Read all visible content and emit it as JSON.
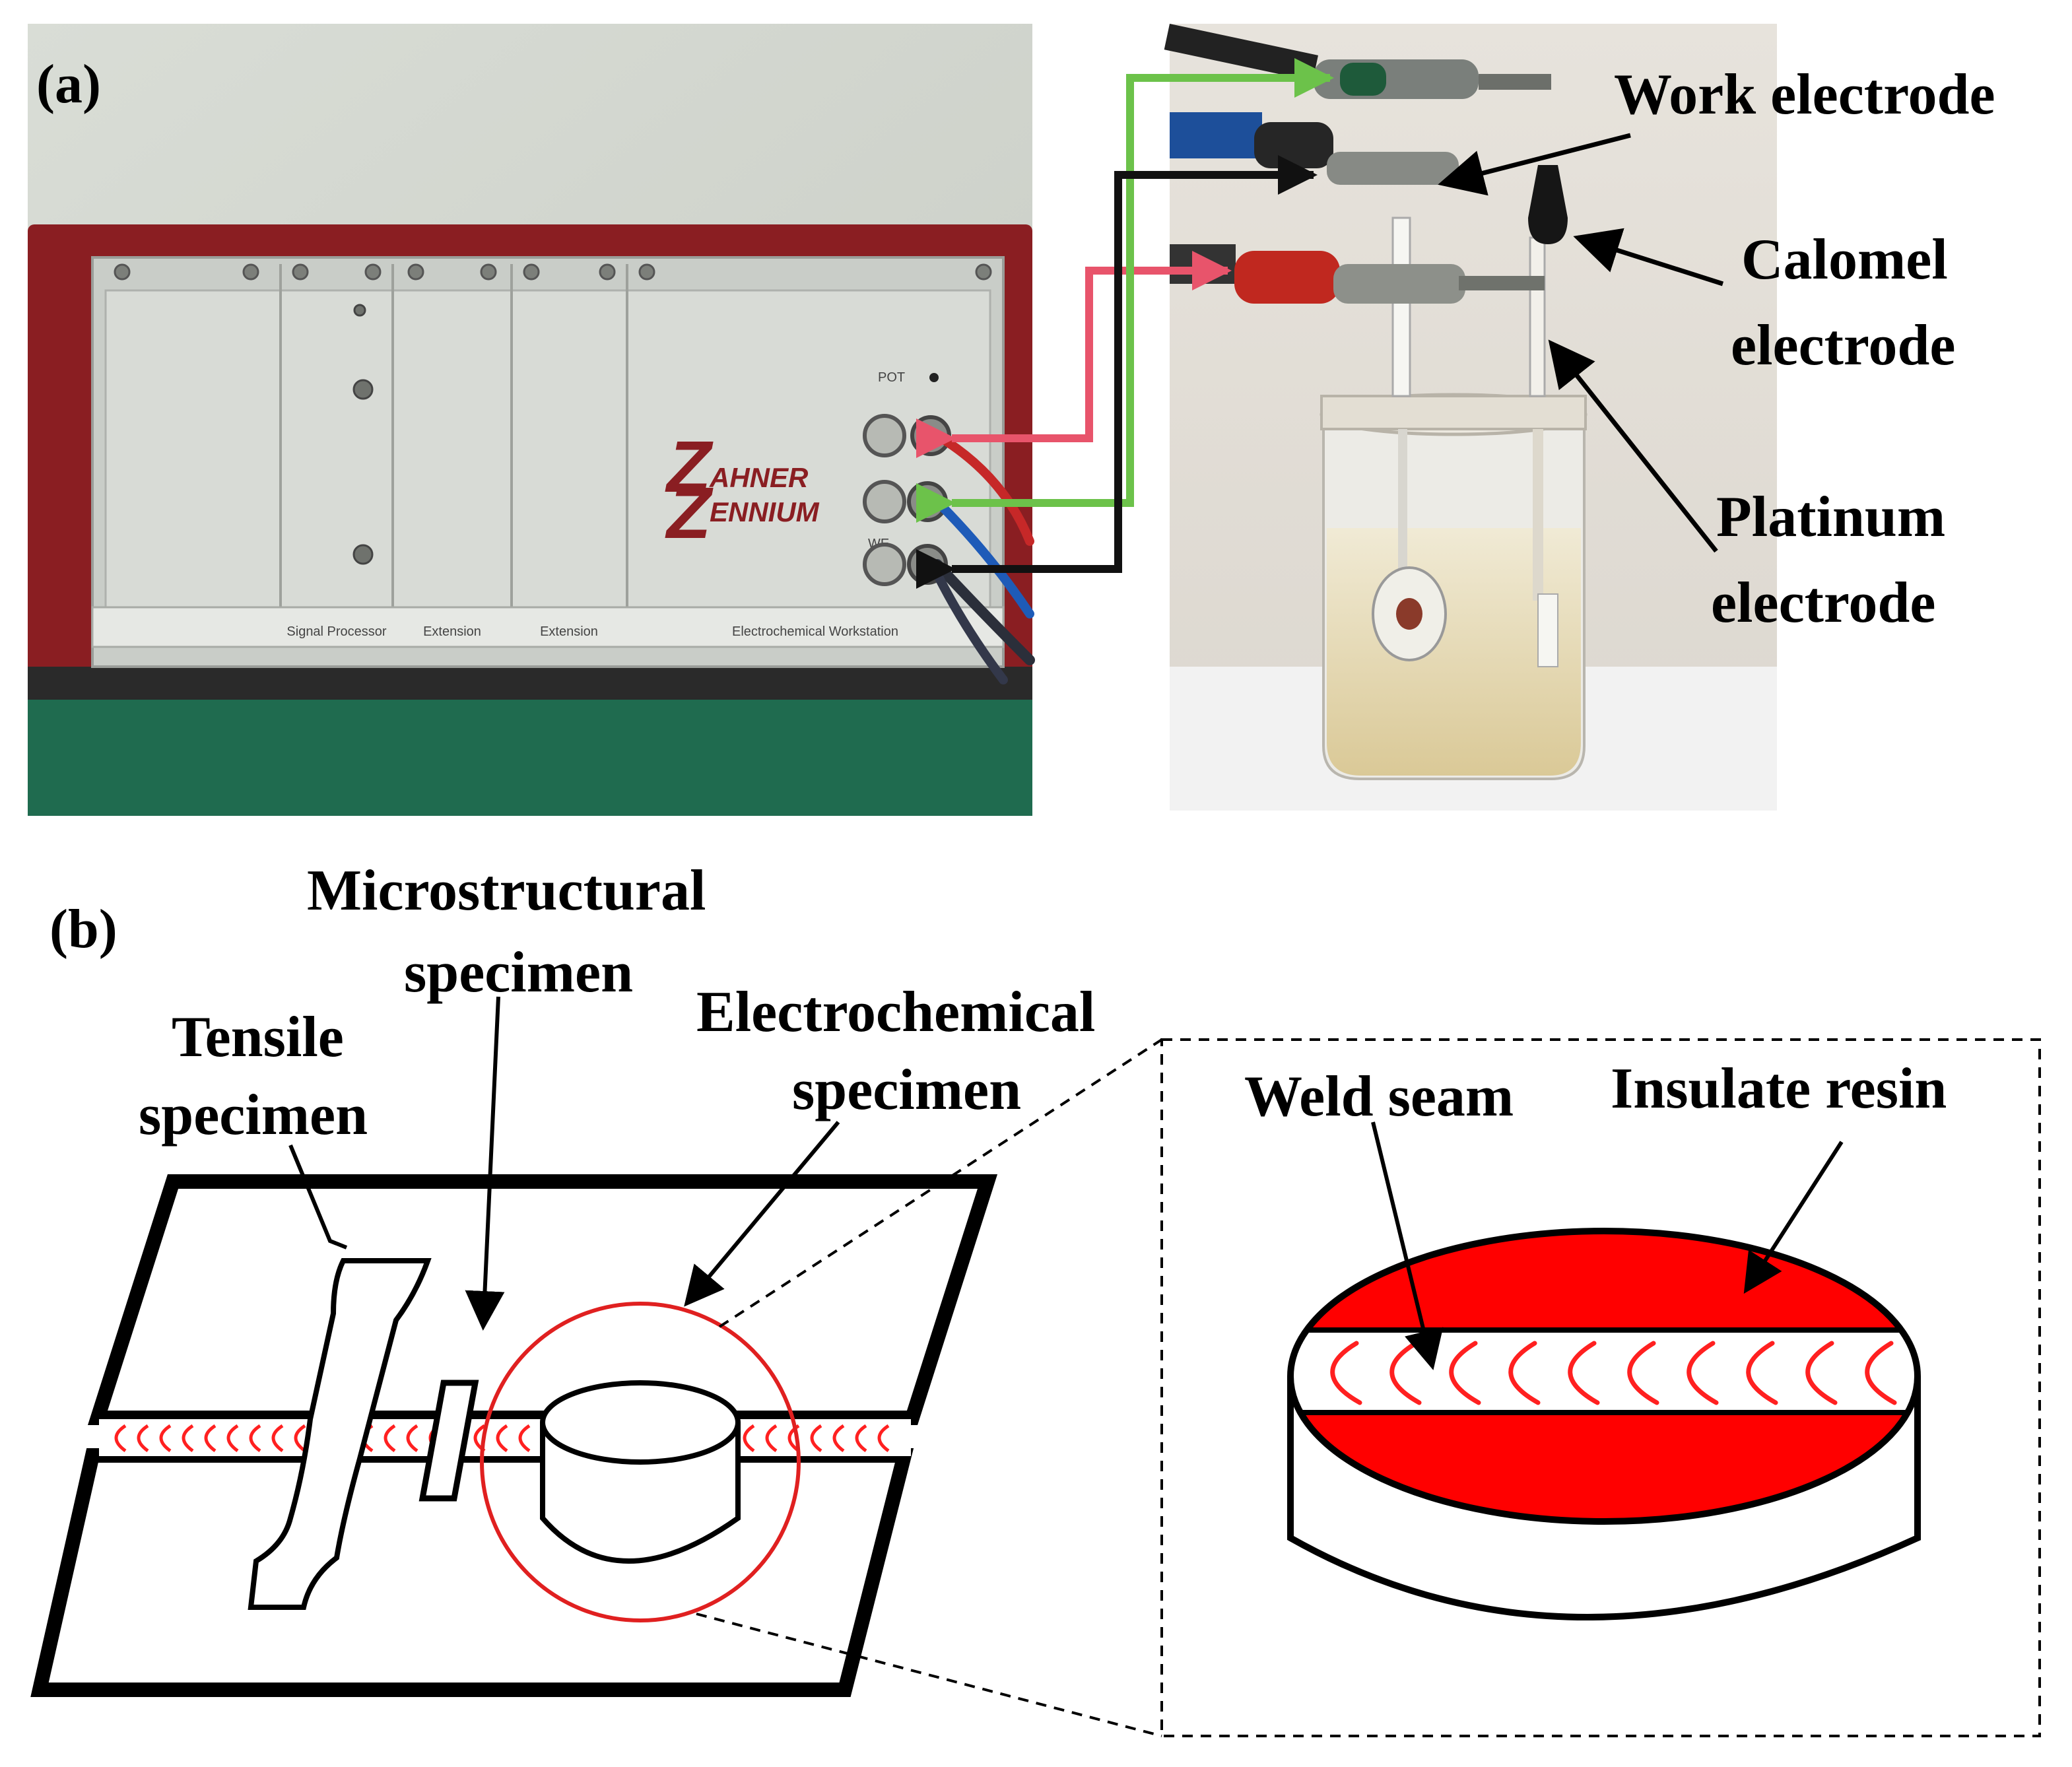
{
  "panel_a": {
    "label": "(a)",
    "instrument": {
      "brand_line1": "AHNER",
      "brand_line2": "ENNIUM",
      "modules": [
        "Signal Processor",
        "Extension",
        "Extension",
        "Electrochemical Workstation"
      ],
      "port_label_pot": "POT",
      "port_label_we": "WE"
    },
    "labels": {
      "work_electrode": "Work electrode",
      "calomel_line1": "Calomel",
      "calomel_line2": "electrode",
      "platinum_line1": "Platinum",
      "platinum_line2": "electrode"
    },
    "wire_colors": {
      "red": "#e8546b",
      "green": "#6cc24a",
      "black": "#111111"
    }
  },
  "panel_b": {
    "label": "(b)",
    "labels": {
      "tensile_line1": "Tensile",
      "tensile_line2": "specimen",
      "micro_line1": "Microstructural",
      "micro_line2": "specimen",
      "electro_line1": "Electrochemical",
      "electro_line2": "specimen",
      "weld_seam": "Weld seam",
      "insulate_resin": "Insulate resin"
    },
    "colors": {
      "resin": "#ff0000",
      "weld_arcs": "#ff2020",
      "circle": "#e02020"
    }
  }
}
